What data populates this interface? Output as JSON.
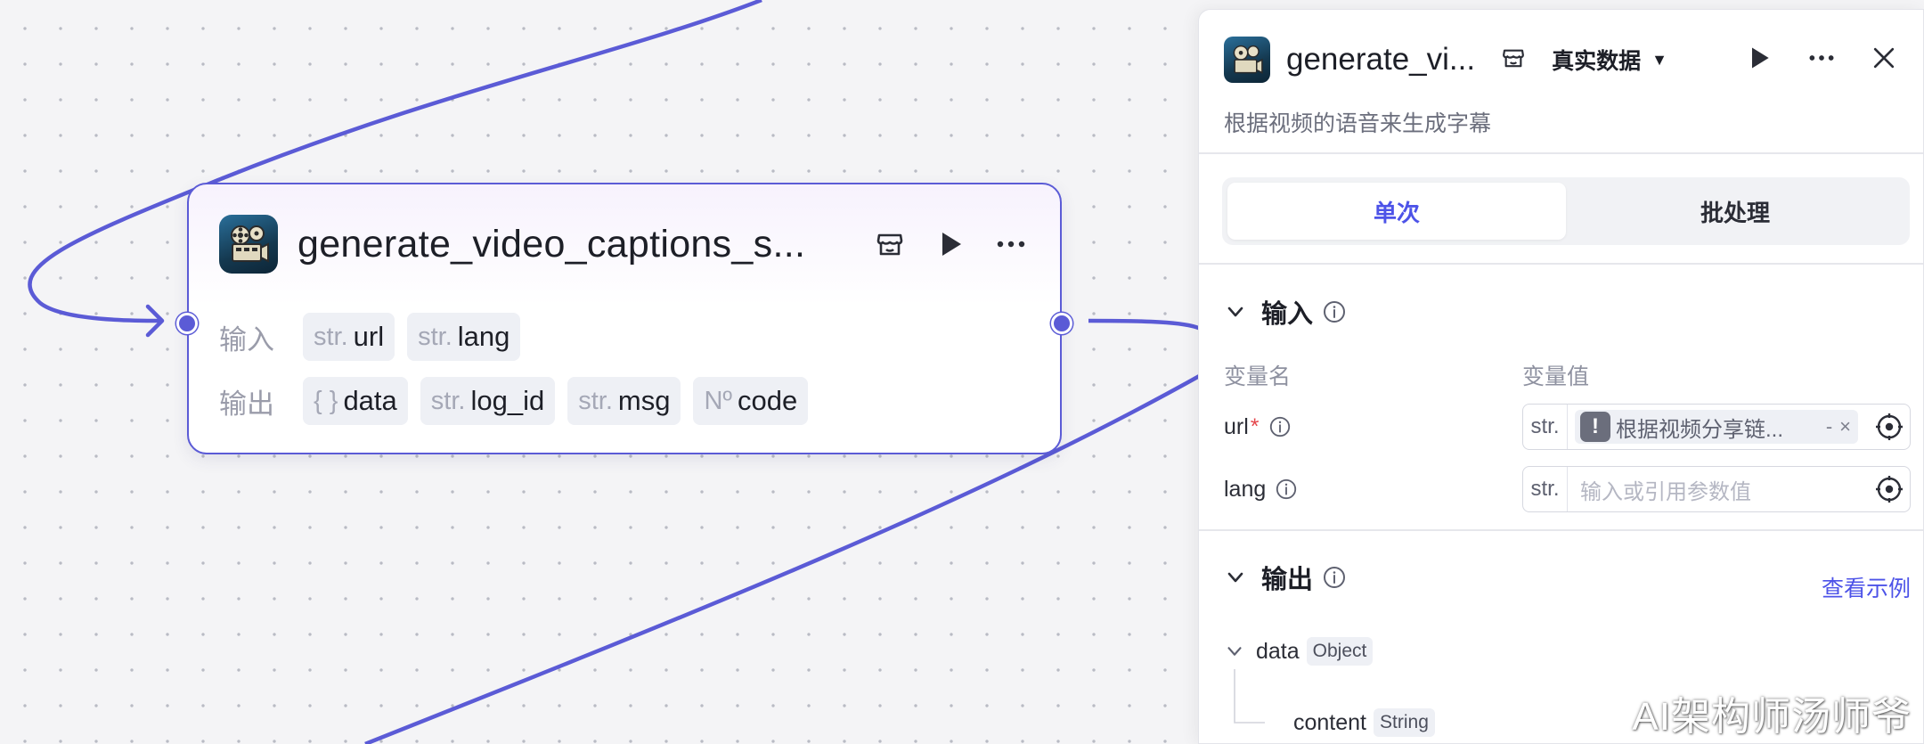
{
  "node": {
    "title": "generate_video_captions_s...",
    "input_label": "输入",
    "output_label": "输出",
    "inputs": [
      {
        "type": "str.",
        "name": "url"
      },
      {
        "type": "str.",
        "name": "lang"
      }
    ],
    "outputs": [
      {
        "type": "{ }",
        "name": "data"
      },
      {
        "type": "str.",
        "name": "log_id"
      },
      {
        "type": "str.",
        "name": "msg"
      },
      {
        "type": "Nº",
        "name": "code"
      }
    ]
  },
  "panel": {
    "title": "generate_vi...",
    "mode": "真实数据",
    "description": "根据视频的语音来生成字幕",
    "tabs": [
      {
        "label": "单次",
        "active": true
      },
      {
        "label": "批处理",
        "active": false
      }
    ],
    "input_section": {
      "title": "输入",
      "col_name": "变量名",
      "col_value": "变量值",
      "vars": [
        {
          "name": "url",
          "required_mark": "*",
          "type": "str.",
          "ref_text": "根据视频分享链...",
          "ref_dash": "-",
          "ref_clear": "×"
        },
        {
          "name": "lang",
          "type": "str.",
          "placeholder": "输入或引用参数值"
        }
      ]
    },
    "output_section": {
      "title": "输出",
      "link": "查看示例",
      "tree": [
        {
          "name": "data",
          "type": "Object"
        },
        {
          "name": "content",
          "type": "String"
        }
      ]
    }
  },
  "watermark": "AI架构师汤师爷",
  "colors": {
    "accent": "#4d53e8",
    "edge": "#5b5bd6",
    "canvas": "#f4f4f6"
  },
  "icons": {
    "node_icon": "film-reel-icon",
    "store": "store-icon",
    "run": "play-icon",
    "more": "more-horizontal-icon",
    "close": "close-icon",
    "info": "info-circle-icon",
    "expand": "chevron-down-icon",
    "target": "target-icon",
    "ref_warning": "exclamation-icon"
  }
}
